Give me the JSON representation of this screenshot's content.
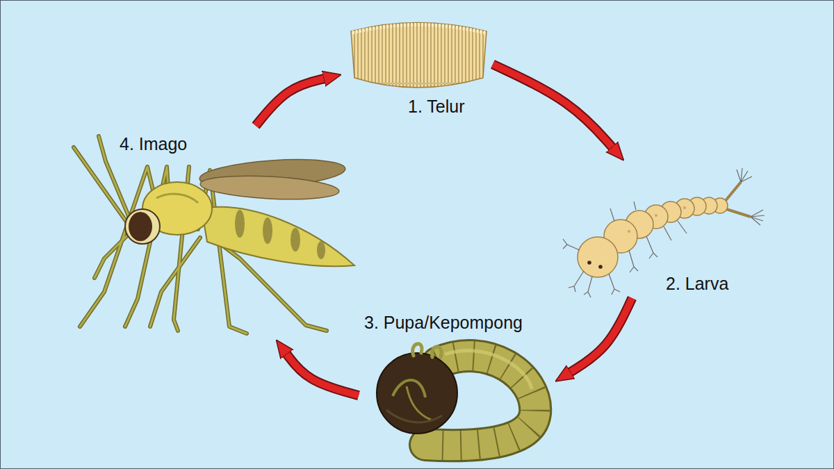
{
  "diagram": {
    "nodes": [
      {
        "text": [
          "1. Telur"
        ]
      },
      {
        "text": [
          "2. Larva"
        ]
      },
      {
        "text": [
          "3. Pupa/Kepompong"
        ]
      },
      {
        "text": [
          "4. Imago"
        ]
      }
    ],
    "edges": [
      {
        "from": 0,
        "to": 1,
        "arrow": "to"
      },
      {
        "from": 1,
        "to": 2,
        "arrow": "to"
      },
      {
        "from": 2,
        "to": 3,
        "arrow": "to"
      },
      {
        "from": 3,
        "to": 0,
        "arrow": "to"
      }
    ]
  }
}
